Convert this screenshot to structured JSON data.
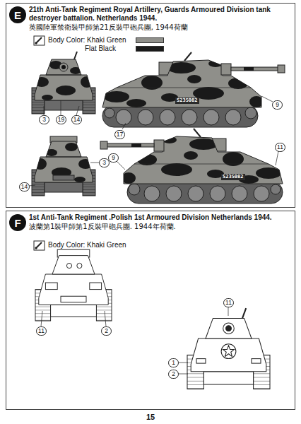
{
  "diagram": {
    "nodes": [
      {
        "text": [
          "21th Anti-Tank Regiment Royal Artillery, Guards Armoured Division tank destroyer battalion. Netherlands 1944.",
          "英國陸軍禁衛裝甲師第21反裝甲砲兵團, 1944荷蘭"
        ]
      },
      {
        "text": [
          "E"
        ],
        "in": 0
      },
      {
        "text": [
          "1st Anti-Tank Regiment .Polish 1st Armoured Division Netherlands 1944.",
          "波蘭第1裝甲師第1反裝甲砲兵團. 1944年荷蘭."
        ]
      },
      {
        "text": [
          "F"
        ],
        "in": 2
      }
    ],
    "labels": [
      "3",
      "19",
      "14",
      "S235082",
      "9",
      "17",
      "14",
      "3",
      "9",
      "11",
      "S235082",
      "11",
      "2",
      "11",
      "1",
      "2",
      "15"
    ],
    "legend": [
      {
        "text": "Body Color: Khaki Green",
        "color": "#8f8f8a"
      },
      {
        "text": "Flat Black",
        "color": "#1a1a1a"
      },
      {
        "text": "Body Color: Khaki Green"
      }
    ]
  }
}
